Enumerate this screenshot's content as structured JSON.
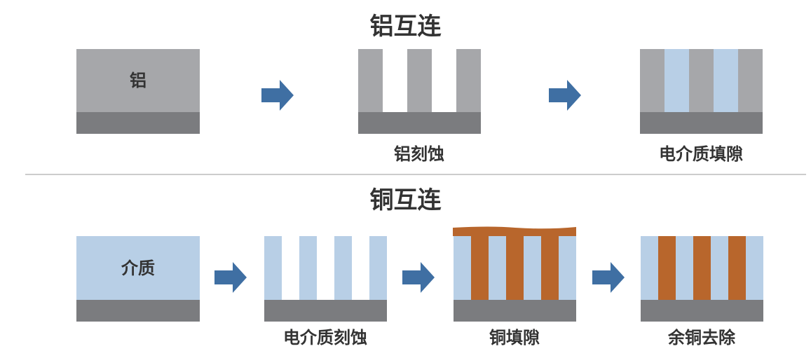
{
  "colors": {
    "aluminum": "#a6a7aa",
    "substrate": "#7b7c7f",
    "dielectric": "#b8cfe6",
    "copper": "#b8662c",
    "arrow": "#3f6fa3"
  },
  "icons": [
    "right-arrow-icon"
  ],
  "aluminum_section": {
    "title": "铝互连",
    "block_label": "铝",
    "step1_label": "铝刻蚀",
    "step2_label": "电介质填隙"
  },
  "copper_section": {
    "title": "铜互连",
    "block_label": "介质",
    "step1_label": "电介质刻蚀",
    "step2_label": "铜填隙",
    "step3_label": "余铜去除"
  }
}
